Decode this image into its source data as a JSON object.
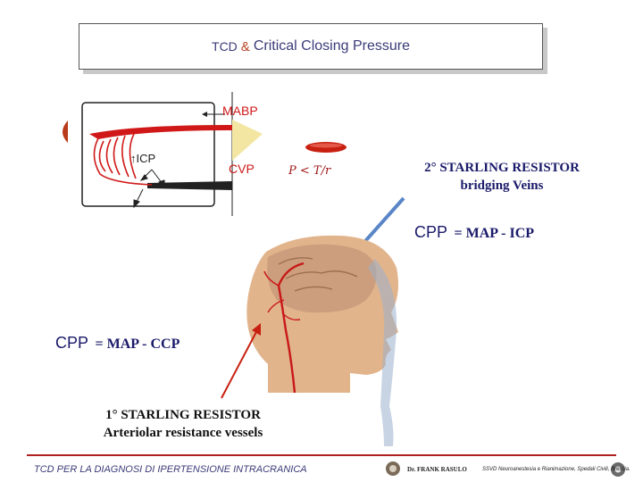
{
  "title": {
    "part1": "TCD",
    "amp": "&",
    "part2": "Critical Closing Pressure"
  },
  "inset": {
    "mabp_label": "MABP",
    "icp_label": "↑ICP",
    "cvp_label": "CVP",
    "formula": "P < T/r"
  },
  "second_resistor": {
    "line1": "2° STARLING RESISTOR",
    "line2": "bridging Veins"
  },
  "cpp_icp": {
    "lhs": "CPP",
    "rhs": "= MAP - ICP"
  },
  "cpp_ccp": {
    "lhs": "CPP",
    "rhs": "= MAP - CCP"
  },
  "first_resistor": {
    "line1": "1°  STARLING RESISTOR",
    "line2": "Arteriolar resistance vessels"
  },
  "footer": {
    "left": "TCD PER LA DIAGNOSI DI IPERTENSIONE INTRACRANICA",
    "mid": "Dr. FRANK RASULO",
    "right": "SSVD Neuroanestesia e Rianimazione, Spedali Civili, Brescia."
  },
  "colors": {
    "accent_red": "#d01818",
    "navy": "#1a1a6a",
    "arrow_blue": "#5a86c8"
  }
}
